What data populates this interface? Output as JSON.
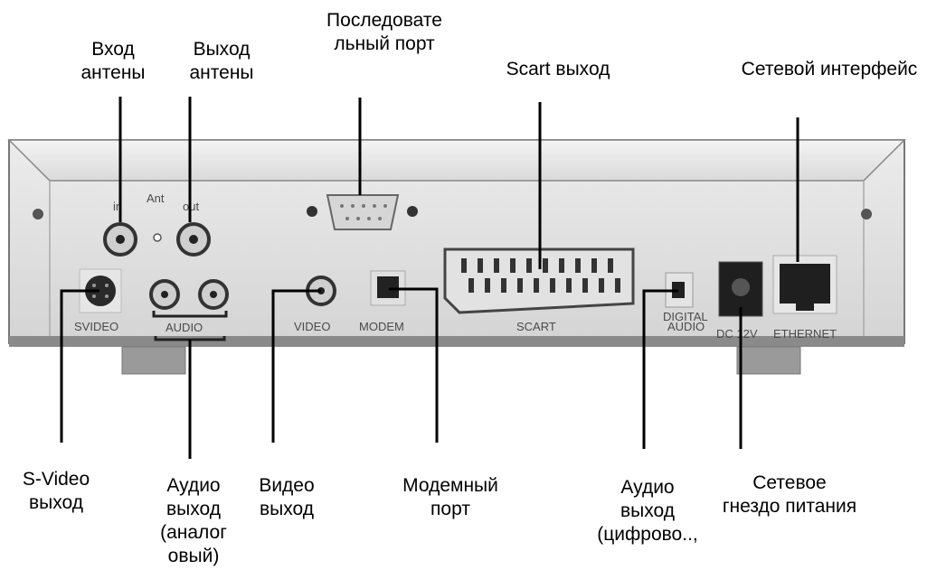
{
  "callouts": {
    "antenna_in": "Вход\nантены",
    "antenna_out": "Выход\nантены",
    "serial_port": "Последовате\nльный порт",
    "scart_out": "Scart выход",
    "network_interface": "Сетевой интерфейс",
    "svideo_out": "S-Video\nвыход",
    "audio_analog": "Аудио\nвыход\n(аналог\nовый)",
    "video_out": "Видео\nвыход",
    "modem_port": "Модемный\nпорт",
    "audio_digital": "Аудио\nвыход\n(цифрово..,",
    "power_socket": "Сетевое\nгнездо питания"
  },
  "panel_labels": {
    "in": "in",
    "ant": "Ant",
    "out": "out",
    "svideo": "SVIDEO",
    "audio": "AUDIO",
    "video": "VIDEO",
    "modem": "MODEM",
    "scart": "SCART",
    "digital": "DIGITAL",
    "digital_audio": "AUDIO",
    "dc12v": "DC 12V",
    "ethernet": "ETHERNET"
  }
}
